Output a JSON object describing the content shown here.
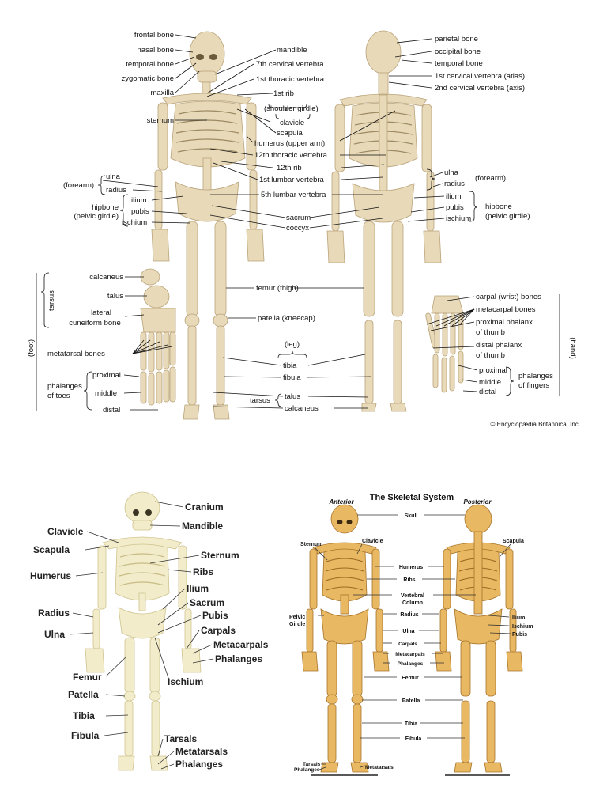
{
  "panel1": {
    "copyright": "© Encyclopædia Britannica, Inc.",
    "labels": {
      "frontal": "frontal bone",
      "nasal": "nasal bone",
      "temporal_l": "temporal bone",
      "zygomatic": "zygomatic bone",
      "maxilla": "maxilla",
      "sternum": "sternum",
      "forearm_l": "(forearm)",
      "ulna_l": "ulna",
      "radius_l": "radius",
      "hipbone_l": "hipbone",
      "pelvic_girdle_l": "(pelvic girdle)",
      "ilium_l": "ilium",
      "pubis_l": "pubis",
      "ischium_l": "ischium",
      "mandible": "mandible",
      "c7": "7th cervical vertebra",
      "t1": "1st thoracic vertebra",
      "rib1": "1st rib",
      "shoulder_girdle": "(shoulder girdle)",
      "clavicle": "clavicle",
      "scapula": "scapula",
      "humerus": "humerus (upper arm)",
      "t12": "12th thoracic vertebra",
      "rib12": "12th rib",
      "l1": "1st lumbar vertebra",
      "l5": "5th lumbar vertebra",
      "sacrum": "sacrum",
      "coccyx": "coccyx",
      "parietal": "parietal bone",
      "occipital": "occipital bone",
      "temporal_r": "temporal bone",
      "atlas": "1st cervical vertebra (atlas)",
      "axis": "2nd cervical vertebra (axis)",
      "ulna_r": "ulna",
      "radius_r": "radius",
      "forearm_r": "(forearm)",
      "ilium_r": "ilium",
      "pubis_r": "pubis",
      "ischium_r": "ischium",
      "hipbone_r": "hipbone",
      "pelvic_girdle_r": "(pelvic girdle)",
      "tarsus_v": "tarsus",
      "calcaneus_f": "calcaneus",
      "talus_f": "talus",
      "lateral": "lateral",
      "cuneiform": "cuneiform bone",
      "foot_v": "(foot)",
      "metatarsal": "metatarsal bones",
      "proximal_t": "proximal",
      "phalanges_toes": "phalanges",
      "of_toes": "of toes",
      "middle_t": "middle",
      "distal_t": "distal",
      "femur": "femur (thigh)",
      "patella": "patella (kneecap)",
      "leg": "(leg)",
      "tibia": "tibia",
      "fibula": "fibula",
      "tarsus_b": "tarsus",
      "talus_b": "talus",
      "calcaneus_b": "calcaneus",
      "carpal": "carpal (wrist) bones",
      "metacarpal": "metacarpal bones",
      "prox_phalanx": "proximal phalanx",
      "of_thumb1": "of thumb",
      "dist_phalanx": "distal phalanx",
      "of_thumb2": "of thumb",
      "hand_v": "(hand)",
      "proximal_h": "proximal",
      "middle_h": "middle",
      "distal_h": "distal",
      "phalanges_f": "phalanges",
      "of_fingers": "of fingers"
    }
  },
  "panel2": {
    "labels": {
      "cranium": "Cranium",
      "mandible": "Mandible",
      "clavicle": "Clavicle",
      "scapula": "Scapula",
      "sternum": "Sternum",
      "ribs": "Ribs",
      "humerus": "Humerus",
      "ilium": "Ilium",
      "sacrum": "Sacrum",
      "pubis": "Pubis",
      "radius": "Radius",
      "carpals": "Carpals",
      "ulna": "Ulna",
      "metacarpals": "Metacarpals",
      "phalanges_h": "Phalanges",
      "ischium": "Ischium",
      "femur": "Femur",
      "patella": "Patella",
      "tibia": "Tibia",
      "fibula": "Fibula",
      "tarsals": "Tarsals",
      "metatarsals": "Metatarsals",
      "phalanges_f": "Phalanges"
    }
  },
  "panel3": {
    "title": "The Skeletal System",
    "anterior": "Anterior",
    "posterior": "Posterior",
    "labels": {
      "skull": "Skull",
      "sternum": "Sternum",
      "clavicle": "Clavicle",
      "scapula": "Scapula",
      "humerus": "Humerus",
      "ribs": "Ribs",
      "vertebral": "Vertebral",
      "column": "Column",
      "pelvic": "Pelvic",
      "girdle": "Girdle",
      "radius": "Radius",
      "ilium": "Ilium",
      "ischium": "Ischium",
      "pubis": "Pubis",
      "ulna": "Ulna",
      "carpals": "Carpals",
      "metacarpals": "Metacarpals",
      "phalanges_h": "Phalanges",
      "femur": "Femur",
      "patella": "Patella",
      "tibia": "Tibia",
      "fibula": "Fibula",
      "tarsals": "Tarsals",
      "phalanges_f": "Phalanges",
      "metatarsals": "Metatarsals"
    }
  }
}
